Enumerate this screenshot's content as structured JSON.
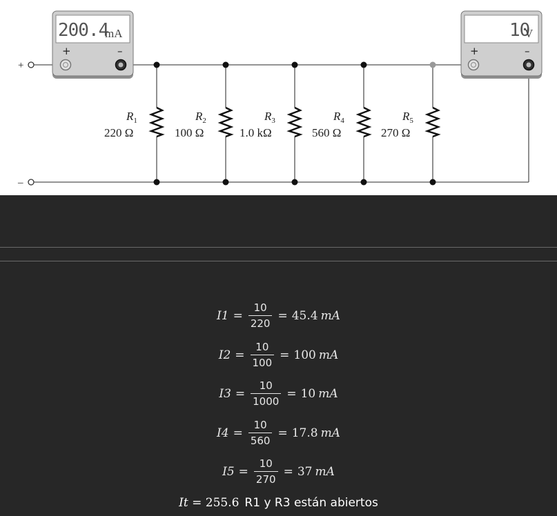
{
  "circuit": {
    "ammeter_reading": "200.4",
    "ammeter_unit": "mA",
    "voltmeter_reading": "10",
    "voltmeter_unit": "V",
    "terminal_plus": "+",
    "terminal_minus": "–",
    "meter_plus": "+",
    "meter_minus": "–",
    "resistors": [
      {
        "name": "R",
        "sub": "1",
        "value": "220 Ω"
      },
      {
        "name": "R",
        "sub": "2",
        "value": "100 Ω"
      },
      {
        "name": "R",
        "sub": "3",
        "value": "1.0 kΩ"
      },
      {
        "name": "R",
        "sub": "4",
        "value": "560 Ω"
      },
      {
        "name": "R",
        "sub": "5",
        "value": "270 Ω"
      }
    ]
  },
  "equations": [
    {
      "lhs": "I1",
      "num": "10",
      "den": "220",
      "result": "45.4",
      "unit": "mA"
    },
    {
      "lhs": "I2",
      "num": "10",
      "den": "100",
      "result": "100",
      "unit": "mA"
    },
    {
      "lhs": "I3",
      "num": "10",
      "den": "1000",
      "result": "10",
      "unit": "mA"
    },
    {
      "lhs": "I4",
      "num": "10",
      "den": "560",
      "result": "17.8",
      "unit": "mA"
    },
    {
      "lhs": "I5",
      "num": "10",
      "den": "270",
      "result": "37",
      "unit": "mA"
    }
  ],
  "total": {
    "lhs": "It",
    "value": "255.6",
    "note": "R1 y R3 están abiertos"
  }
}
